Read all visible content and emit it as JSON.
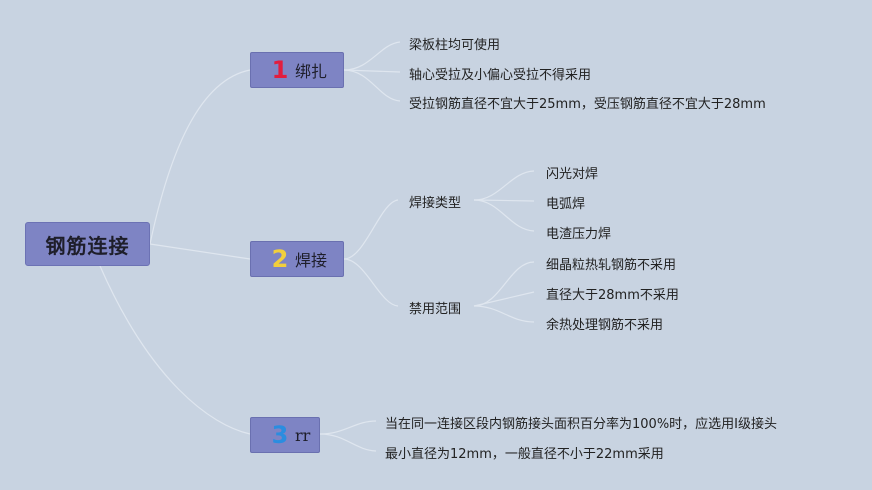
{
  "root": {
    "label": "钢筋连接"
  },
  "branches": [
    {
      "number": "1",
      "label": "绑扎",
      "number_color": "#e21d3f",
      "items": [
        "梁板柱均可使用",
        "轴心受拉及小偏心受拉不得采用",
        "受拉钢筋直径不宜大于25mm，受压钢筋直径不宜大于28mm"
      ]
    },
    {
      "number": "2",
      "label": "焊接",
      "number_color": "#f2cf3c",
      "groups": [
        {
          "label": "焊接类型",
          "items": [
            "闪光对焊",
            "电弧焊",
            "电渣压力焊"
          ]
        },
        {
          "label": "禁用范围",
          "items": [
            "细晶粒热轧钢筋不采用",
            "直径大于28mm不采用",
            "余热处理钢筋不采用"
          ]
        }
      ]
    },
    {
      "number": "3",
      "label": "rr",
      "number_color": "#2a8de0",
      "items": [
        "当在同一连接区段内钢筋接头面积百分率为100%时，应选用Ⅰ级接头",
        "最小直径为12mm，一般直径不小于22mm采用"
      ]
    }
  ]
}
